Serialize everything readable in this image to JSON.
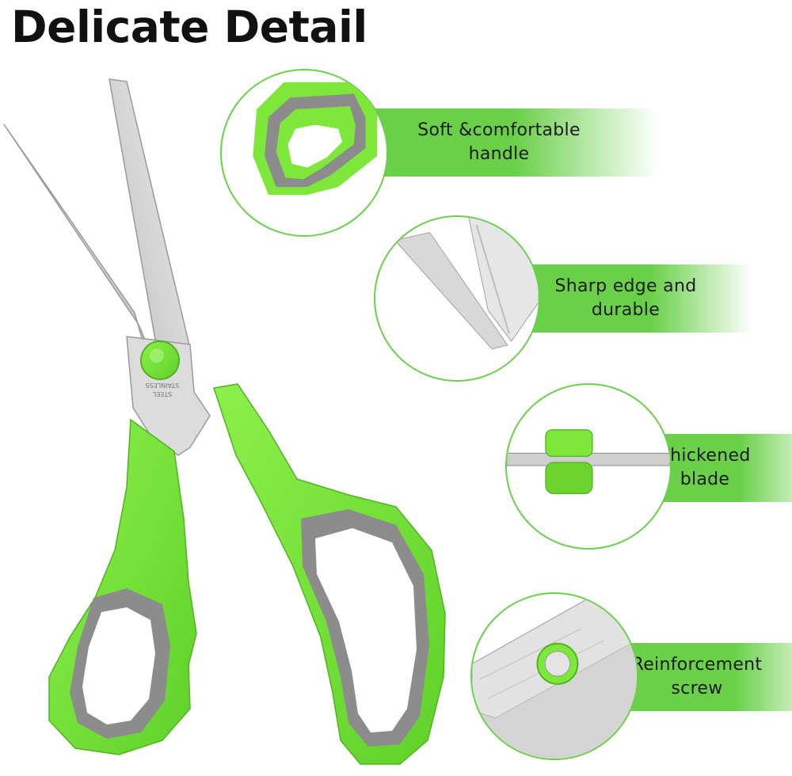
{
  "heading": "Delicate Detail",
  "product": {
    "blade_stamp_line1": "STAINLESS",
    "blade_stamp_line2": "STEEL"
  },
  "features": [
    {
      "label": "Soft &comfortable\nhandle",
      "icon": "handle-closeup"
    },
    {
      "label": "Sharp edge and\ndurable",
      "icon": "blade-edge-closeup"
    },
    {
      "label": "Thickened\nblade",
      "icon": "blade-cross-section"
    },
    {
      "label": "Reinforcement\nscrew",
      "icon": "pivot-screw-closeup"
    }
  ],
  "colors": {
    "accent_green": "#6ad04a",
    "handle_green": "#7ee83a",
    "handle_gray": "#8c8c8c",
    "steel": "#d9d9d9",
    "text": "#111111"
  }
}
